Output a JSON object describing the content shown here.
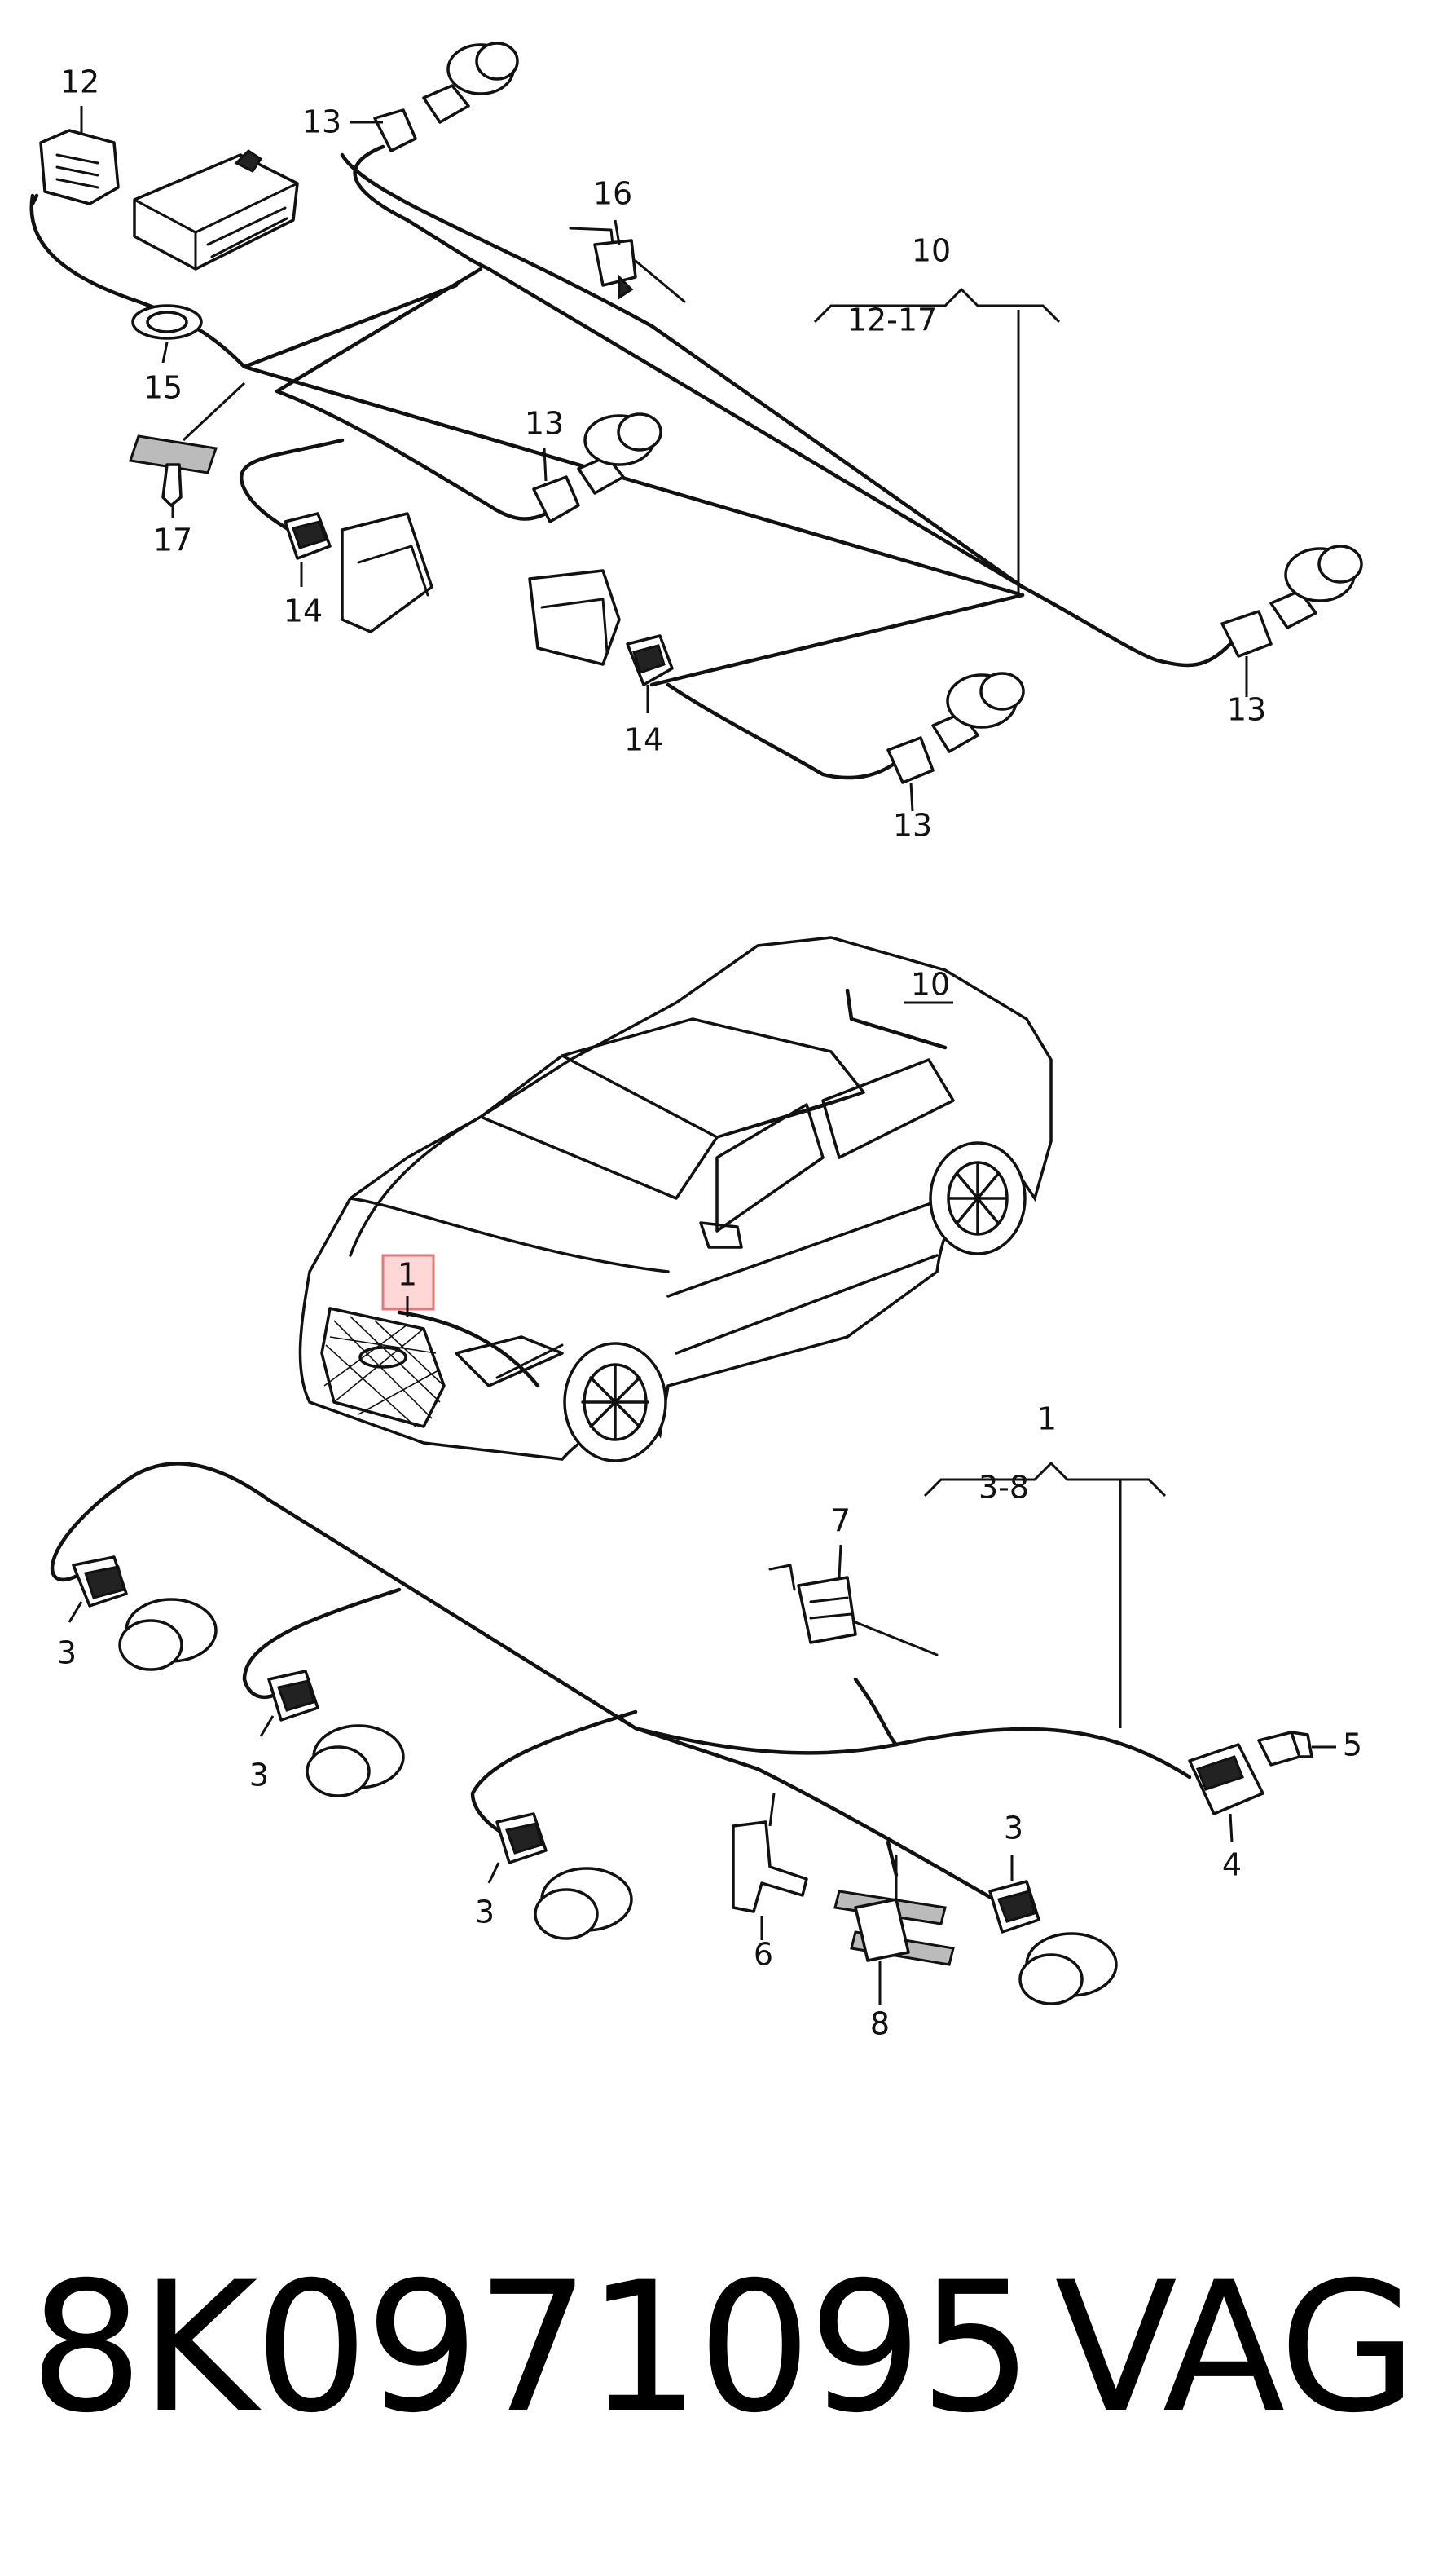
{
  "callouts": {
    "c12": "12",
    "c13a": "13",
    "c16": "16",
    "c10top": "10",
    "c1217": "12-17",
    "c15": "15",
    "c13b": "13",
    "c17": "17",
    "c14a": "14",
    "c14b": "14",
    "c13c": "13",
    "c13d": "13",
    "c10car": "10",
    "c1car": "1",
    "c1bot": "1",
    "c38": "3-8",
    "c7": "7",
    "c3a": "3",
    "c3b": "3",
    "c5": "5",
    "c4": "4",
    "c3c": "3",
    "c3d": "3",
    "c6": "6",
    "c8": "8"
  },
  "footer": {
    "part_number": "8K0971095",
    "brand": "VAG"
  }
}
